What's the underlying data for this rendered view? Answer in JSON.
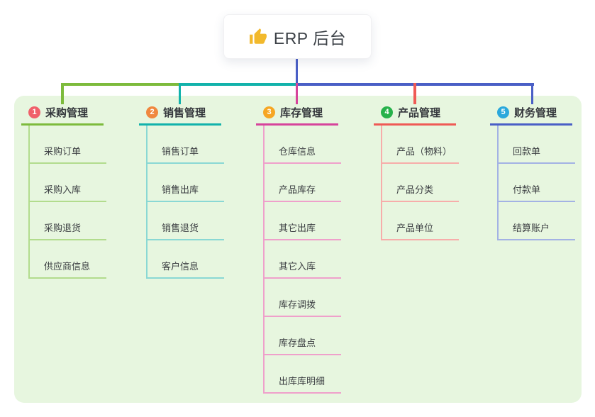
{
  "root": {
    "label": "ERP 后台",
    "icon": "thumbs-up-icon",
    "icon_color": "#f2b92c"
  },
  "colors": {
    "canvas_bg": "#ffffff",
    "panel_bg": "#e7f6df",
    "root_text": "#3d4248",
    "node_text": "#3b3e42"
  },
  "branches": [
    {
      "index": "1",
      "label": "采购管理",
      "badge_color": "#f0606a",
      "line_color": "#7dbb3c",
      "light_color": "#b2dc8d",
      "children": [
        "采购订单",
        "采购入库",
        "采购退货",
        "供应商信息"
      ]
    },
    {
      "index": "2",
      "label": "销售管理",
      "badge_color": "#f0883f",
      "line_color": "#12b2ab",
      "light_color": "#8ad8d4",
      "children": [
        "销售订单",
        "销售出库",
        "销售退货",
        "客户信息"
      ]
    },
    {
      "index": "3",
      "label": "库存管理",
      "badge_color": "#f6a623",
      "line_color": "#d6449b",
      "light_color": "#efa0cb",
      "children": [
        "仓库信息",
        "产品库存",
        "其它出库",
        "其它入库",
        "库存调拨",
        "库存盘点",
        "出库库明细"
      ]
    },
    {
      "index": "4",
      "label": "产品管理",
      "badge_color": "#27b24b",
      "line_color": "#ef5a55",
      "light_color": "#f7adaa",
      "children": [
        "产品（物料）",
        "产品分类",
        "产品单位"
      ]
    },
    {
      "index": "5",
      "label": "财务管理",
      "badge_color": "#2ba8dc",
      "line_color": "#4a5fc6",
      "light_color": "#a3b2e4",
      "children": [
        "回款单",
        "付款单",
        "结算账户"
      ]
    }
  ]
}
